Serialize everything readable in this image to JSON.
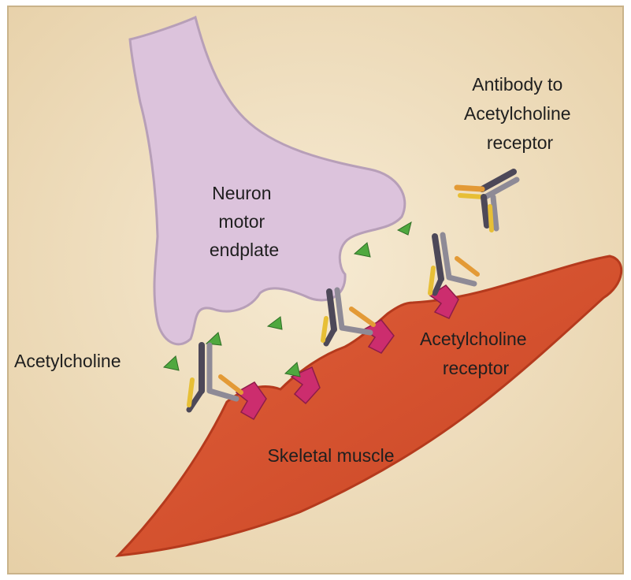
{
  "labels": {
    "neuron": [
      "Neuron",
      "motor",
      "endplate"
    ],
    "antibody": [
      "Antibody to",
      "Acetylcholine",
      "receptor"
    ],
    "acetylcholine": "Acetylcholine",
    "receptor": [
      "Acetylcholine",
      "receptor"
    ],
    "muscle": "Skeletal muscle"
  },
  "colors": {
    "background": "#efdcbc",
    "neuron": "#dcc3dc",
    "muscle": "#d9502c",
    "receptor": "#cc2d6e",
    "acetylcholine": "#4fa83f",
    "antibody_dark": "#4d4858",
    "antibody_gray": "#8e8a96",
    "antibody_yellow": "#e7bf36",
    "antibody_orange": "#e39a36"
  }
}
